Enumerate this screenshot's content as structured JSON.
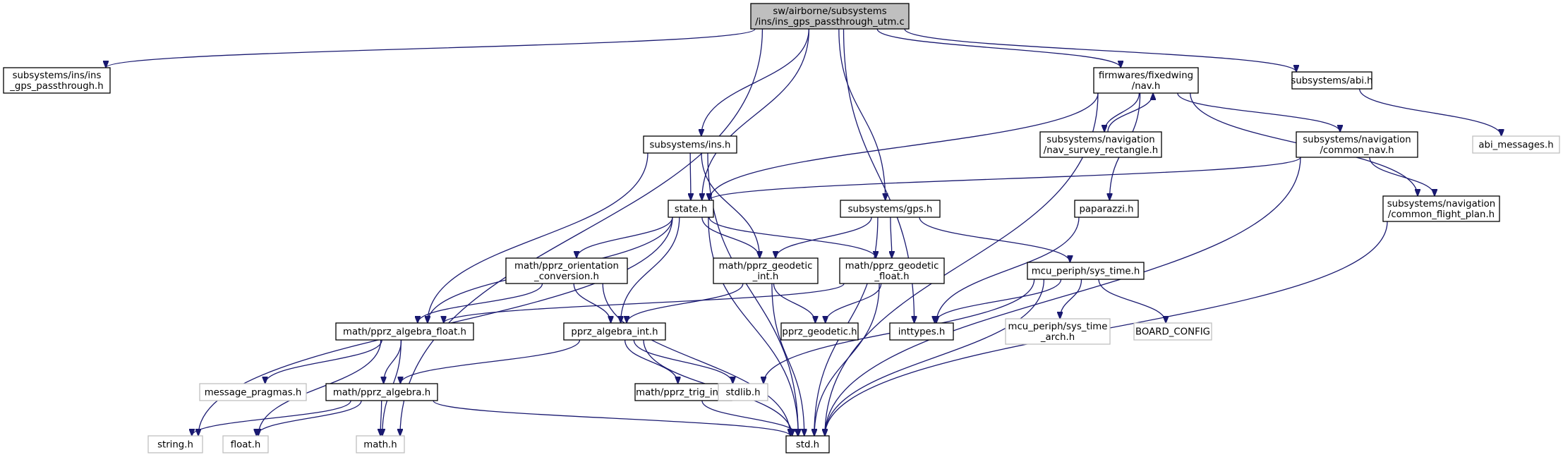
{
  "nodes": {
    "root": {
      "lines": [
        "sw/airborne/subsystems",
        "/ins/ins_gps_passthrough_utm.c"
      ]
    },
    "ins_gps_passthrough_h": {
      "lines": [
        "subsystems/ins/ins",
        "_gps_passthrough.h"
      ]
    },
    "nav_h": {
      "lines": [
        "firmwares/fixedwing",
        "/nav.h"
      ]
    },
    "abi_h": {
      "lines": [
        "subsystems/abi.h"
      ]
    },
    "abi_messages_h": {
      "lines": [
        "abi_messages.h"
      ]
    },
    "nav_survey_rectangle_h": {
      "lines": [
        "subsystems/navigation",
        "/nav_survey_rectangle.h"
      ]
    },
    "ins_h": {
      "lines": [
        "subsystems/ins.h"
      ]
    },
    "common_nav_h": {
      "lines": [
        "subsystems/navigation",
        "/common_nav.h"
      ]
    },
    "state_h": {
      "lines": [
        "state.h"
      ]
    },
    "gps_h": {
      "lines": [
        "subsystems/gps.h"
      ]
    },
    "paparazzi_h": {
      "lines": [
        "paparazzi.h"
      ]
    },
    "common_flight_plan_h": {
      "lines": [
        "subsystems/navigation",
        "/common_flight_plan.h"
      ]
    },
    "orientation_conversion_h": {
      "lines": [
        "math/pprz_orientation",
        "_conversion.h"
      ]
    },
    "geodetic_int_h": {
      "lines": [
        "math/pprz_geodetic",
        "_int.h"
      ]
    },
    "geodetic_float_h": {
      "lines": [
        "math/pprz_geodetic",
        "_float.h"
      ]
    },
    "sys_time_h": {
      "lines": [
        "mcu_periph/sys_time.h"
      ]
    },
    "algebra_float_h": {
      "lines": [
        "math/pprz_algebra_float.h"
      ]
    },
    "algebra_int_h": {
      "lines": [
        "pprz_algebra_int.h"
      ]
    },
    "pprz_geodetic_h": {
      "lines": [
        "pprz_geodetic.h"
      ]
    },
    "inttypes_h": {
      "lines": [
        "inttypes.h"
      ]
    },
    "sys_time_arch_h": {
      "lines": [
        "mcu_periph/sys_time",
        "_arch.h"
      ]
    },
    "board_config": {
      "lines": [
        "BOARD_CONFIG"
      ]
    },
    "message_pragmas_h": {
      "lines": [
        "message_pragmas.h"
      ]
    },
    "algebra_h": {
      "lines": [
        "math/pprz_algebra.h"
      ]
    },
    "trig_int_h": {
      "lines": [
        "math/pprz_trig_int.h"
      ]
    },
    "stdlib_h": {
      "lines": [
        "stdlib.h"
      ]
    },
    "string_h": {
      "lines": [
        "string.h"
      ]
    },
    "float_h": {
      "lines": [
        "float.h"
      ]
    },
    "math_h": {
      "lines": [
        "math.h"
      ]
    },
    "std_h": {
      "lines": [
        "std.h"
      ]
    }
  },
  "edges": [
    [
      "root",
      "ins_gps_passthrough_h"
    ],
    [
      "root",
      "math_h"
    ],
    [
      "root",
      "ins_h"
    ],
    [
      "root",
      "state_h"
    ],
    [
      "root",
      "gps_h"
    ],
    [
      "root",
      "inttypes_h"
    ],
    [
      "root",
      "nav_h"
    ],
    [
      "root",
      "abi_h"
    ],
    [
      "abi_h",
      "abi_messages_h"
    ],
    [
      "nav_h",
      "nav_survey_rectangle_h"
    ],
    [
      "nav_survey_rectangle_h",
      "nav_h"
    ],
    [
      "nav_h",
      "common_nav_h"
    ],
    [
      "nav_h",
      "common_flight_plan_h"
    ],
    [
      "nav_h",
      "state_h"
    ],
    [
      "nav_h",
      "paparazzi_h"
    ],
    [
      "nav_h",
      "std_h"
    ],
    [
      "common_nav_h",
      "state_h"
    ],
    [
      "common_nav_h",
      "common_flight_plan_h"
    ],
    [
      "common_nav_h",
      "std_h"
    ],
    [
      "common_flight_plan_h",
      "std_h"
    ],
    [
      "paparazzi_h",
      "inttypes_h"
    ],
    [
      "ins_h",
      "state_h"
    ],
    [
      "ins_h",
      "geodetic_int_h"
    ],
    [
      "ins_h",
      "algebra_float_h"
    ],
    [
      "ins_h",
      "std_h"
    ],
    [
      "state_h",
      "orientation_conversion_h"
    ],
    [
      "state_h",
      "geodetic_int_h"
    ],
    [
      "state_h",
      "geodetic_float_h"
    ],
    [
      "state_h",
      "algebra_float_h"
    ],
    [
      "state_h",
      "algebra_int_h"
    ],
    [
      "state_h",
      "string_h"
    ],
    [
      "state_h",
      "std_h"
    ],
    [
      "gps_h",
      "geodetic_int_h"
    ],
    [
      "gps_h",
      "geodetic_float_h"
    ],
    [
      "gps_h",
      "sys_time_h"
    ],
    [
      "gps_h",
      "std_h"
    ],
    [
      "orientation_conversion_h",
      "algebra_float_h"
    ],
    [
      "orientation_conversion_h",
      "algebra_int_h"
    ],
    [
      "orientation_conversion_h",
      "std_h"
    ],
    [
      "geodetic_int_h",
      "algebra_int_h"
    ],
    [
      "geodetic_int_h",
      "pprz_geodetic_h"
    ],
    [
      "geodetic_int_h",
      "std_h"
    ],
    [
      "geodetic_float_h",
      "algebra_float_h"
    ],
    [
      "geodetic_float_h",
      "pprz_geodetic_h"
    ],
    [
      "geodetic_float_h",
      "std_h"
    ],
    [
      "sys_time_h",
      "inttypes_h"
    ],
    [
      "sys_time_h",
      "sys_time_arch_h"
    ],
    [
      "sys_time_h",
      "board_config"
    ],
    [
      "sys_time_h",
      "stdlib_h"
    ],
    [
      "sys_time_h",
      "std_h"
    ],
    [
      "algebra_float_h",
      "message_pragmas_h"
    ],
    [
      "algebra_float_h",
      "algebra_h"
    ],
    [
      "algebra_float_h",
      "float_h"
    ],
    [
      "algebra_float_h",
      "math_h"
    ],
    [
      "algebra_int_h",
      "algebra_h"
    ],
    [
      "algebra_int_h",
      "trig_int_h"
    ],
    [
      "algebra_int_h",
      "stdlib_h"
    ],
    [
      "algebra_int_h",
      "std_h"
    ],
    [
      "algebra_h",
      "string_h"
    ],
    [
      "algebra_h",
      "float_h"
    ],
    [
      "algebra_h",
      "math_h"
    ],
    [
      "algebra_h",
      "std_h"
    ],
    [
      "trig_int_h",
      "std_h"
    ]
  ]
}
